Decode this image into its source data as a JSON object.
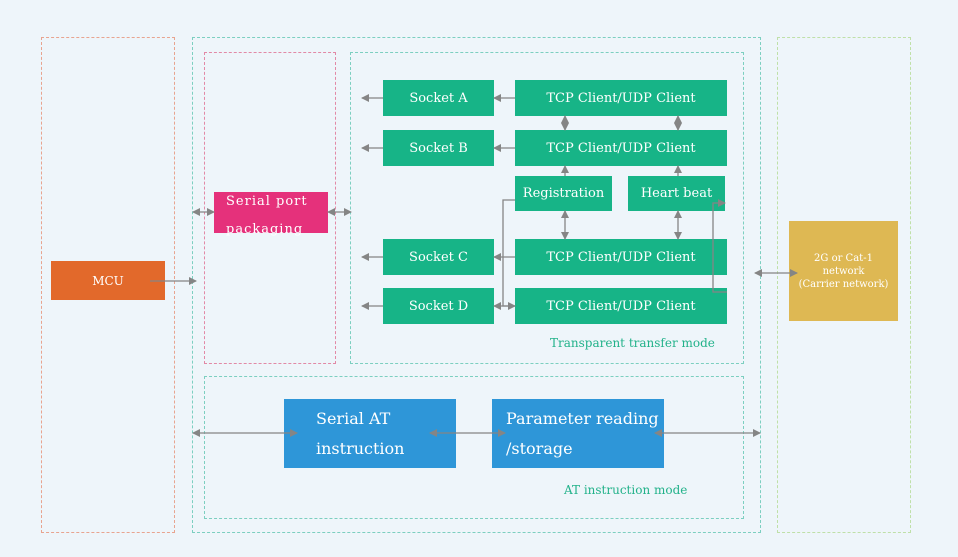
{
  "colors": {
    "green": "#17b487",
    "orange": "#e2692b",
    "pink": "#e5317b",
    "blue": "#2e96d8",
    "gold": "#deb853",
    "arrow": "#858585"
  },
  "mcu": "MCU",
  "serial_port": [
    "Serial port",
    "packaging"
  ],
  "sockets": [
    "Socket A",
    "Socket B",
    "Socket C",
    "Socket D"
  ],
  "client_label": "TCP Client/UDP Client",
  "registration": "Registration",
  "heartbeat": "Heart beat",
  "transparent_mode": "Transparent transfer mode",
  "serial_at": [
    "Serial AT",
    "instruction"
  ],
  "param": [
    "Parameter reading",
    "/storage"
  ],
  "at_mode": "AT instruction mode",
  "network": [
    "2G or Cat-1",
    "network",
    "(Carrier network)"
  ]
}
